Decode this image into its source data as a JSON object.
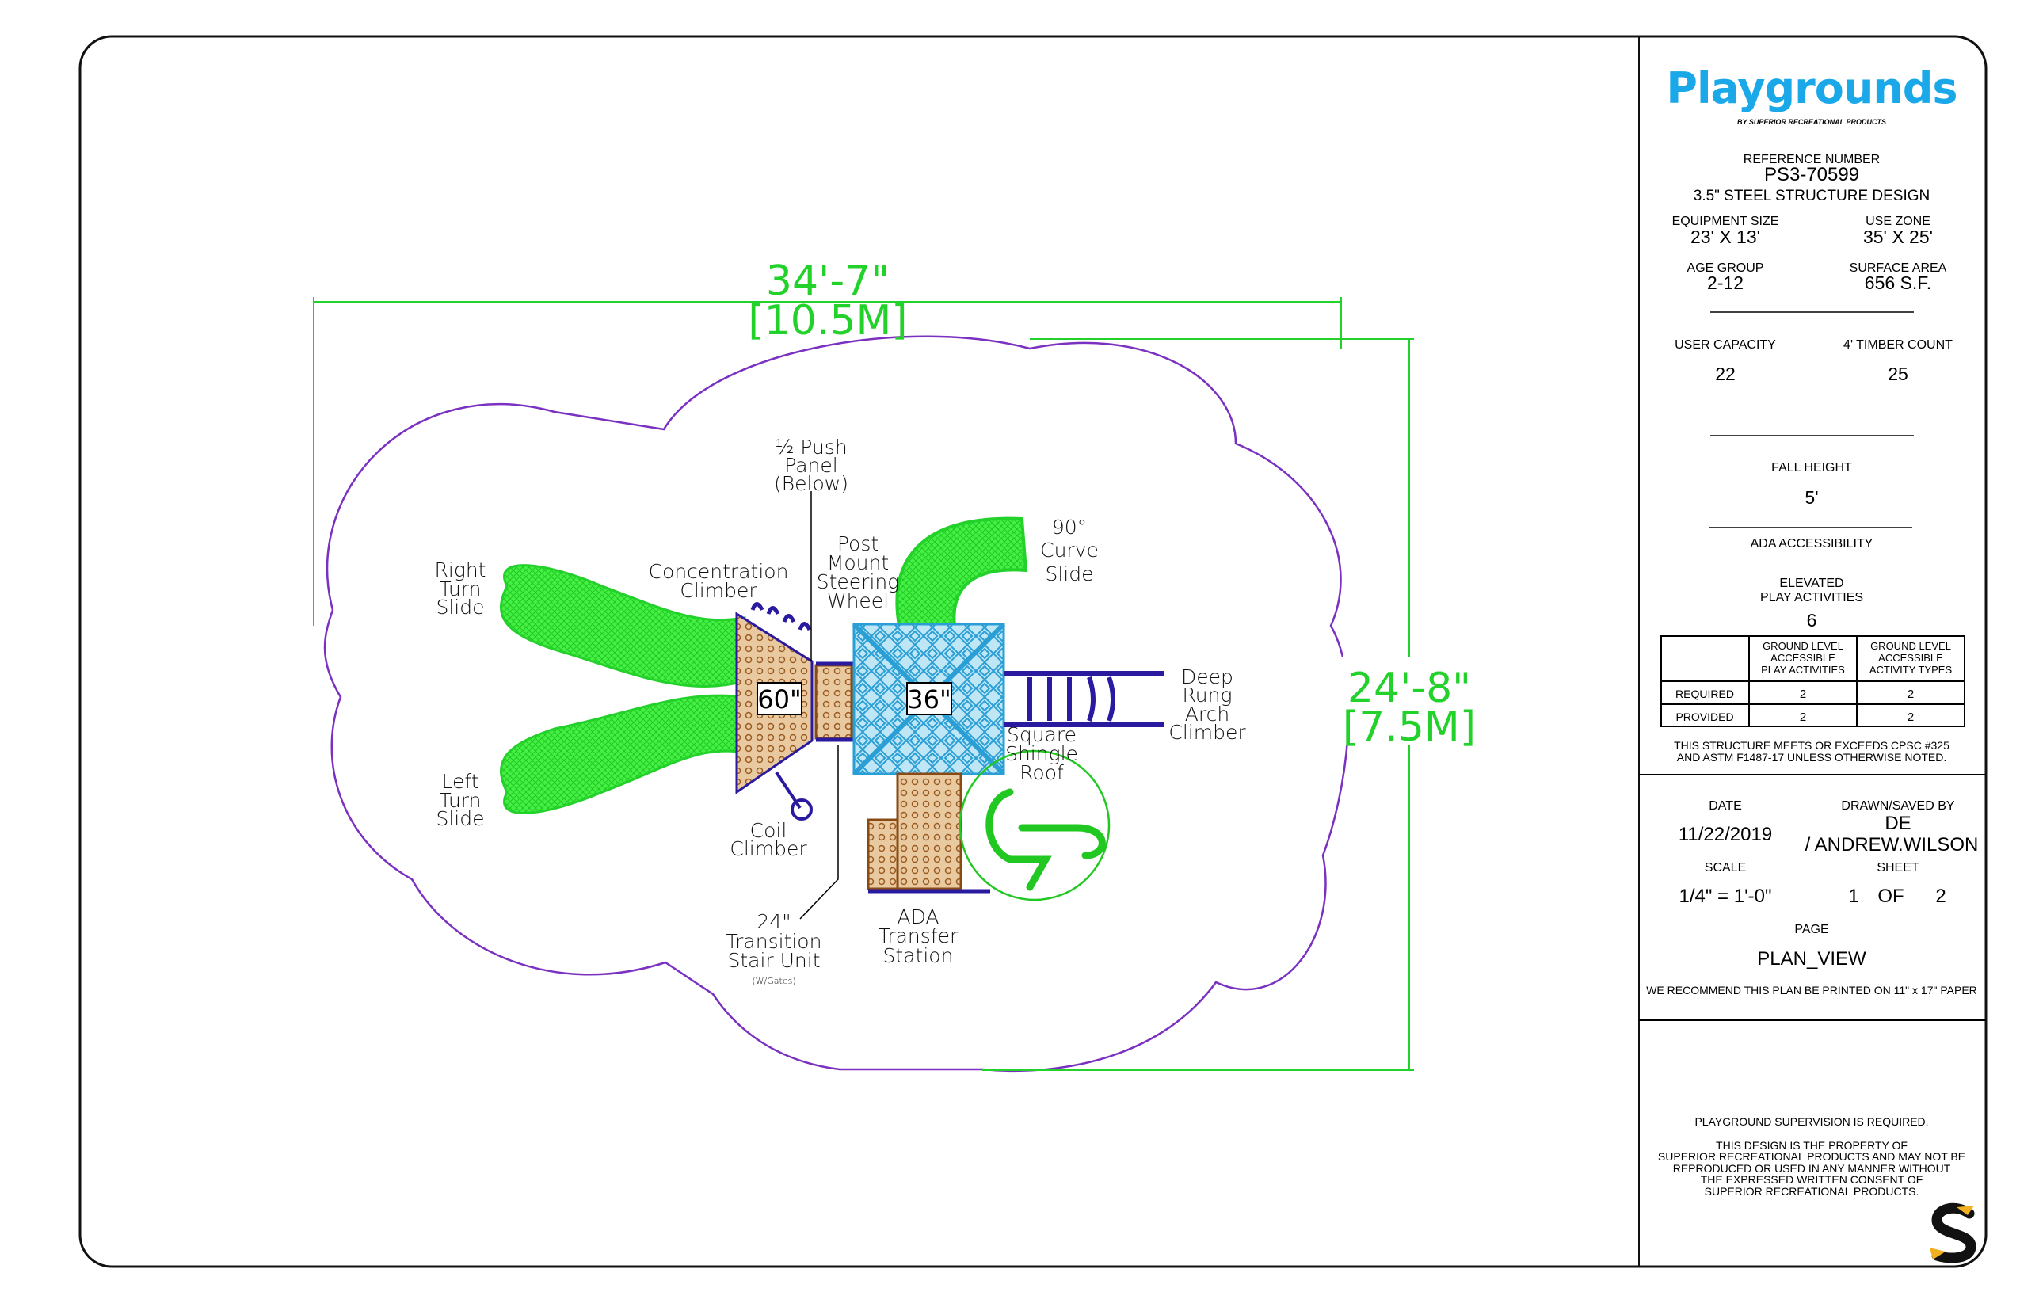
{
  "drawing": {
    "dimensions": {
      "width_ft": "34'-7\"",
      "width_m": "[10.5M]",
      "depth_ft": "24'-8\"",
      "depth_m": "[7.5M]"
    },
    "deck_heights": {
      "main": "60\"",
      "roof_deck": "36\""
    },
    "labels": {
      "push_panel": [
        "½ Push",
        "Panel",
        "(Below)"
      ],
      "steering_wheel": [
        "Post",
        "Mount",
        "Steering",
        "Wheel"
      ],
      "curve_slide": [
        "90°",
        "Curve",
        "Slide"
      ],
      "right_turn_slide": [
        "Right",
        "Turn",
        "Slide"
      ],
      "concentration_climber": [
        "Concentration",
        "Climber"
      ],
      "arch_climber": [
        "Deep",
        "Rung",
        "Arch",
        "Climber"
      ],
      "shingle_roof": [
        "Square",
        "Shingle",
        "Roof"
      ],
      "left_turn_slide": [
        "Left",
        "Turn",
        "Slide"
      ],
      "coil_climber": [
        "Coil",
        "Climber"
      ],
      "transition_stair": [
        "24\"",
        "Transition",
        "Stair Unit",
        "(W/Gates)"
      ],
      "ada_transfer": [
        "ADA",
        "Transfer",
        "Station"
      ]
    },
    "colors": {
      "slide": "#33ee33",
      "roof": "#33aadd",
      "deck": "#c8a070",
      "frame": "#2a1aa0",
      "zone": "#7a30c0",
      "dimension": "#22d12a"
    }
  },
  "title_block": {
    "logo": "Playgrounds",
    "logo_sub": "BY SUPERIOR RECREATIONAL PRODUCTS",
    "reference_label": "REFERENCE NUMBER",
    "reference_number": "PS3-70599",
    "design": "3.5\" STEEL STRUCTURE DESIGN",
    "equipment_size_label": "EQUIPMENT SIZE",
    "equipment_size": "23' X 13'",
    "use_zone_label": "USE ZONE",
    "use_zone": "35' X 25'",
    "age_group_label": "AGE GROUP",
    "age_group": "2-12",
    "surface_area_label": "SURFACE AREA",
    "surface_area": "656 S.F.",
    "user_capacity_label": "USER CAPACITY",
    "user_capacity": "22",
    "timber_count_label": "4' TIMBER COUNT",
    "timber_count": "25",
    "fall_height_label": "FALL HEIGHT",
    "fall_height": "5'",
    "ada_label": "ADA ACCESSIBILITY",
    "elevated_label": [
      "ELEVATED",
      "PLAY ACTIVITIES"
    ],
    "elevated": "6",
    "table": {
      "headers": [
        [
          "GROUND LEVEL",
          "ACCESSIBLE",
          "PLAY ACTIVITIES"
        ],
        [
          "GROUND LEVEL",
          "ACCESSIBLE",
          "ACTIVITY TYPES"
        ]
      ],
      "rows": [
        {
          "label": "REQUIRED",
          "values": [
            "2",
            "2"
          ]
        },
        {
          "label": "PROVIDED",
          "values": [
            "2",
            "2"
          ]
        }
      ]
    },
    "compliance": [
      "THIS STRUCTURE MEETS OR EXCEEDS CPSC #325",
      "AND ASTM F1487-17 UNLESS OTHERWISE NOTED."
    ],
    "date_label": "DATE",
    "date": "11/22/2019",
    "drawn_label": "DRAWN/SAVED BY",
    "drawn_by": [
      "DE",
      "/ ANDREW.WILSON"
    ],
    "scale_label": "SCALE",
    "scale": "1/4\" = 1'-0\"",
    "sheet_label": "SHEET",
    "sheet": [
      "1",
      "OF",
      "2"
    ],
    "page_label": "PAGE",
    "page": "PLAN_VIEW",
    "print_note": "WE RECOMMEND THIS PLAN BE PRINTED ON 11\" x 17\" PAPER",
    "supervision": "PLAYGROUND SUPERVISION IS REQUIRED.",
    "property_note": [
      "THIS DESIGN IS THE PROPERTY OF",
      "SUPERIOR RECREATIONAL PRODUCTS AND MAY NOT BE",
      "REPRODUCED OR USED IN ANY MANNER WITHOUT",
      "THE EXPRESSED WRITTEN CONSENT OF",
      "SUPERIOR RECREATIONAL PRODUCTS."
    ]
  }
}
